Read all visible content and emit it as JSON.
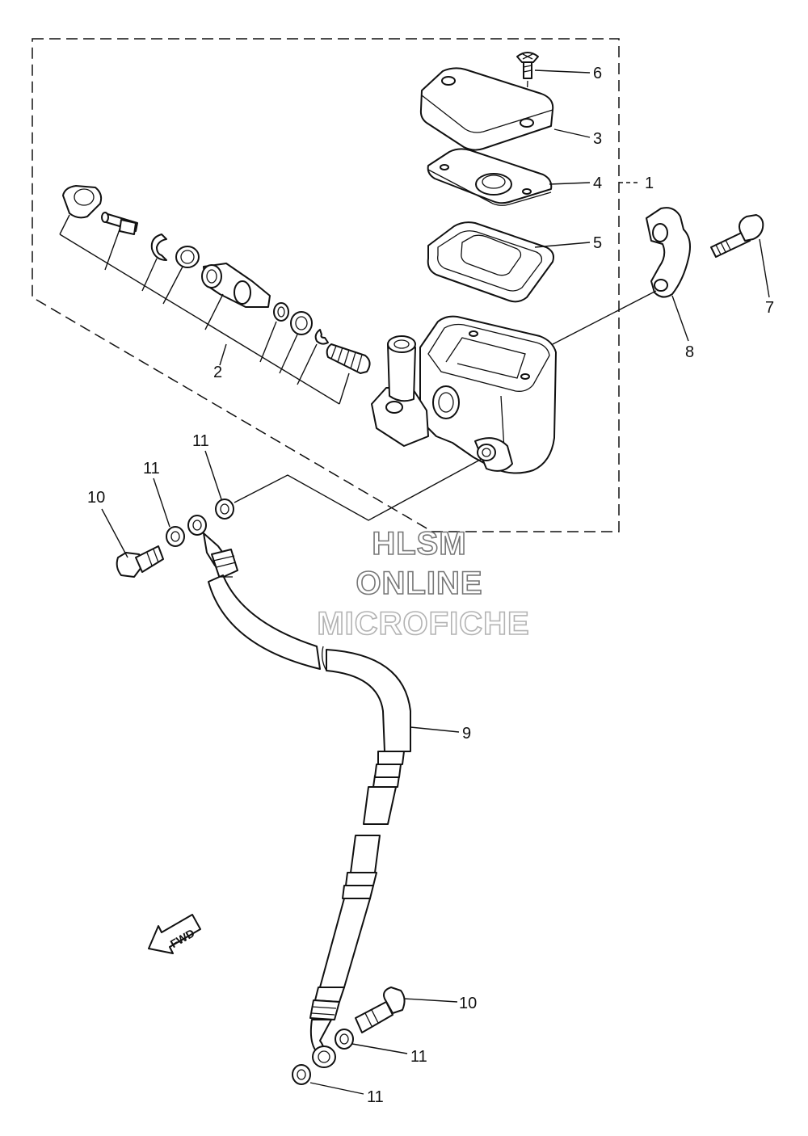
{
  "diagram": {
    "callouts": {
      "c1": "1",
      "c2": "2",
      "c3": "3",
      "c4": "4",
      "c5": "5",
      "c6": "6",
      "c7": "7",
      "c8": "8",
      "c9": "9",
      "c10a": "10",
      "c10b": "10",
      "c11a": "11",
      "c11b": "11",
      "c11c": "11",
      "c11d": "11"
    },
    "fwd_label": "FWD"
  },
  "watermark": {
    "line1": "HLSM",
    "line2": "ONLINE",
    "line3": "MICROFICHE",
    "stroke_color": "#777777",
    "stroke_color_light": "#b3b3b3"
  },
  "colors": {
    "line": "#111111",
    "background": "#ffffff"
  }
}
